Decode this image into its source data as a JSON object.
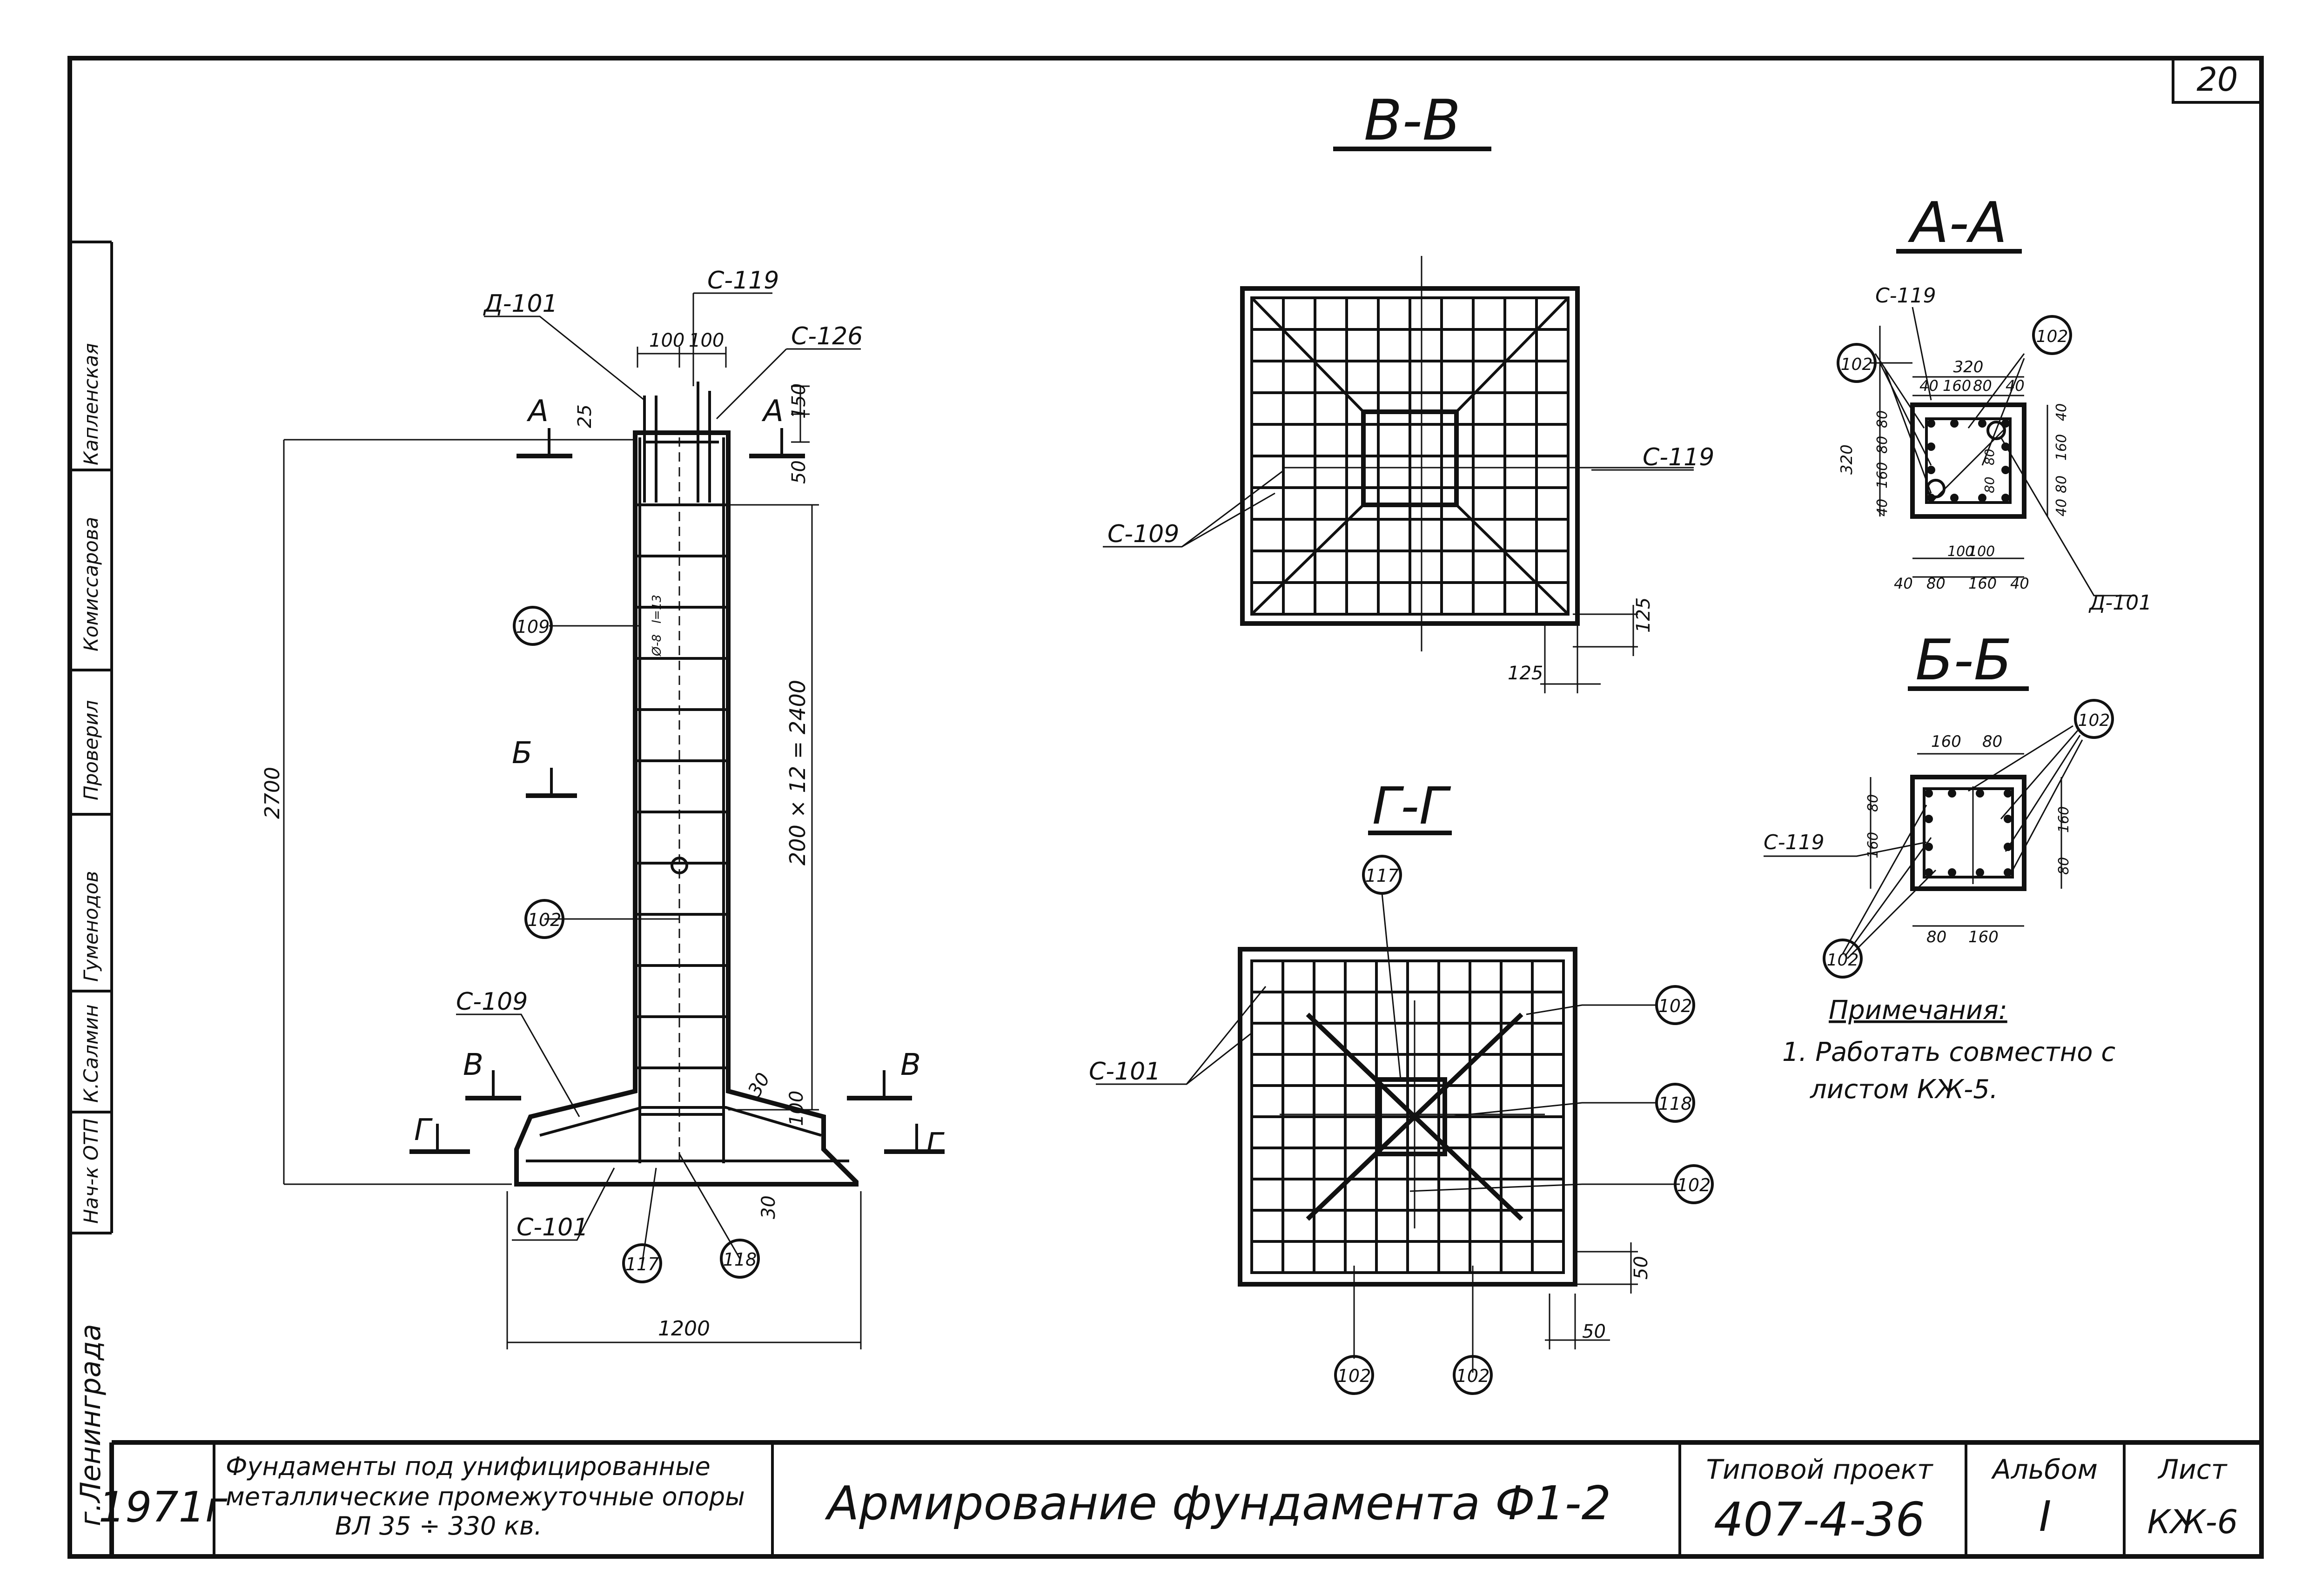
{
  "sheet_number": "20",
  "side_stamp": {
    "chief": "Нач-к ОТП",
    "col1_name": "К.Салмин",
    "col1_sign": "Гуменодов",
    "check": "Проверил",
    "col2_name": "Комиссарова",
    "col2_sign": "Капленская",
    "city": "г.Ленинграда"
  },
  "elevation": {
    "labels": {
      "d101": "Д-101",
      "c119": "С-119",
      "c126": "С-126",
      "c109": "С-109",
      "c101": "С-101",
      "cut_a": "А",
      "cut_b": "Б",
      "cut_v": "В",
      "cut_g": "Г"
    },
    "dims": {
      "d100a": "100",
      "d100b": "100",
      "d25": "25",
      "d150": "150",
      "d50": "50",
      "d2700": "2700",
      "d2400": "200 × 12 = 2400",
      "d30a": "30",
      "d100c": "100",
      "d30b": "30",
      "d1200": "1200",
      "bar_note_a": "l=13",
      "bar_note_b": "Ø-8"
    },
    "marks": {
      "m109": "109",
      "m102": "102",
      "m117": "117",
      "m118": "118"
    }
  },
  "section_vv": {
    "title": "В-В",
    "c119": "С-119",
    "c109": "С-109",
    "d125a": "125",
    "d125b": "125"
  },
  "section_gg": {
    "title": "Г-Г",
    "c101": "С-101",
    "m117": "117",
    "m102a": "102",
    "m118": "118",
    "m102b": "102",
    "m102c": "102",
    "m102d": "102",
    "d50a": "50",
    "d50b": "50"
  },
  "section_aa": {
    "title": "А-А",
    "c119": "С-119",
    "d101": "Д-101",
    "m102a": "102",
    "m102b": "102",
    "top": [
      "40",
      "160",
      "80",
      "40"
    ],
    "top_total": "320",
    "side_total": "320",
    "left": [
      "80",
      "80",
      "160",
      "40"
    ],
    "right": [
      "40",
      "160",
      "80",
      "40"
    ],
    "mid": [
      "100",
      "100"
    ],
    "inner": [
      "80",
      "80"
    ],
    "bottom": [
      "40",
      "80",
      "160",
      "40"
    ]
  },
  "section_bb": {
    "title": "Б-Б",
    "c119": "С-119",
    "m102a": "102",
    "m102b": "102",
    "top": [
      "160",
      "80"
    ],
    "bottom": [
      "80",
      "160"
    ],
    "left": [
      "80",
      "160"
    ],
    "right": [
      "160",
      "80"
    ]
  },
  "notes": {
    "heading": "Примечания:",
    "item1_line1": "1. Работать совместно с",
    "item1_line2": "листом   КЖ-5."
  },
  "title_block": {
    "year": "1971г",
    "desc_line1": "Фундаменты под унифицированные",
    "desc_line2": "металлические промежуточные опоры",
    "desc_line3": "ВЛ  35 ÷ 330 кв.",
    "title": "Армирование фундамента  Ф1-2",
    "project_label": "Типовой проект",
    "project_number": "407-4-36",
    "album_label": "Альбом",
    "album_value": "I",
    "sheet_label": "Лист",
    "sheet_value": "КЖ-6"
  }
}
